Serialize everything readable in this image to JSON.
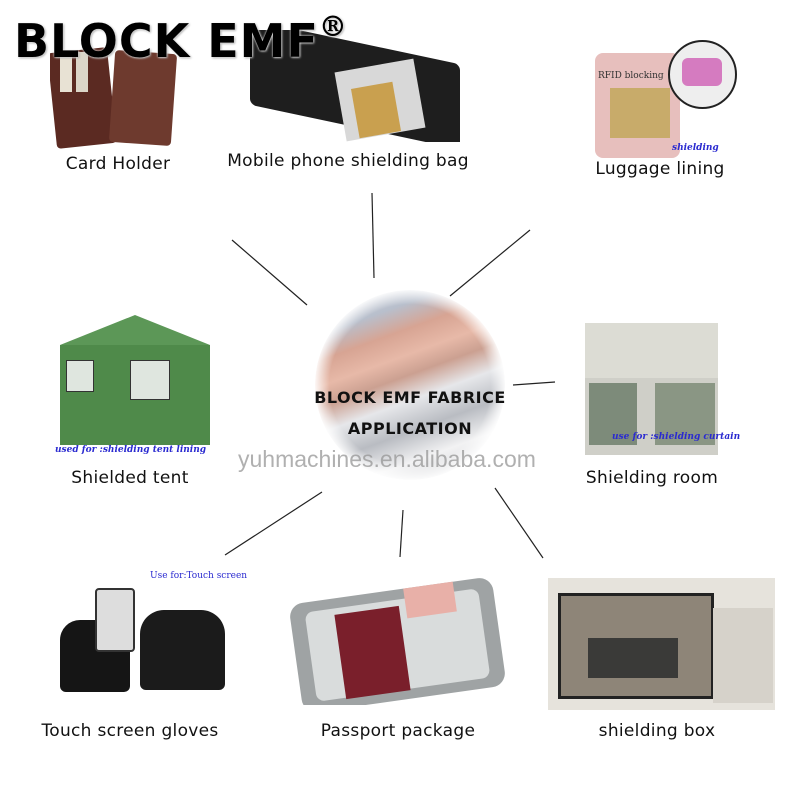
{
  "logo": {
    "text": "BLOCK EMF",
    "mark": "®"
  },
  "center": {
    "line1": "BLOCK EMF FABRICE",
    "line2": "APPLICATION"
  },
  "watermark": "yuhmachines.en.alibaba.com",
  "items": [
    {
      "label": "Card Holder"
    },
    {
      "label": "Mobile phone shielding bag"
    },
    {
      "label": "Luggage lining",
      "notes": [
        "RFID blocking",
        "shielding"
      ]
    },
    {
      "label": "Shielded tent",
      "notes": [
        "used for :shielding tent lining"
      ]
    },
    {
      "label": "Shielding room",
      "notes": [
        "use for :shielding curtain"
      ]
    },
    {
      "label": "Touch screen gloves",
      "notes": [
        "Use for:Touch screen"
      ]
    },
    {
      "label": "Passport package"
    },
    {
      "label": "shielding box"
    }
  ],
  "colors": {
    "note_blue": "#2a2ad0",
    "arrow_red": "#e03030",
    "tent_green": "#4f8a4a"
  }
}
